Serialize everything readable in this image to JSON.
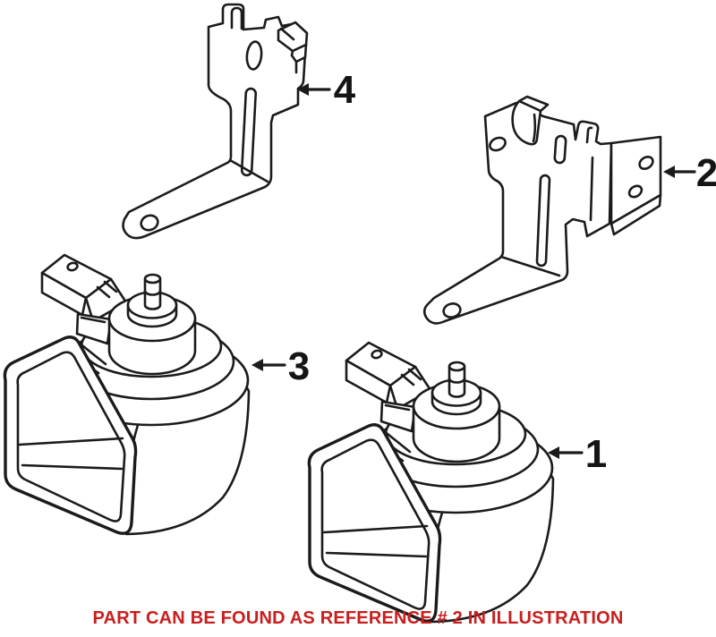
{
  "illustration": {
    "background_color": "#ffffff",
    "line_color": "#1b1b1b",
    "label_color": "#151515",
    "callouts": [
      {
        "label": "4",
        "points_to": "upper-left-bracket",
        "arrow_direction": "left"
      },
      {
        "label": "2",
        "points_to": "right-bracket",
        "arrow_direction": "left"
      },
      {
        "label": "3",
        "points_to": "left-horn",
        "arrow_direction": "left"
      },
      {
        "label": "1",
        "points_to": "lower-right-horn",
        "arrow_direction": "left"
      }
    ],
    "caption": {
      "text": "PART CAN BE FOUND AS REFERENCE # 2 IN ILLUSTRATION",
      "color": "#cb1d1d"
    }
  }
}
